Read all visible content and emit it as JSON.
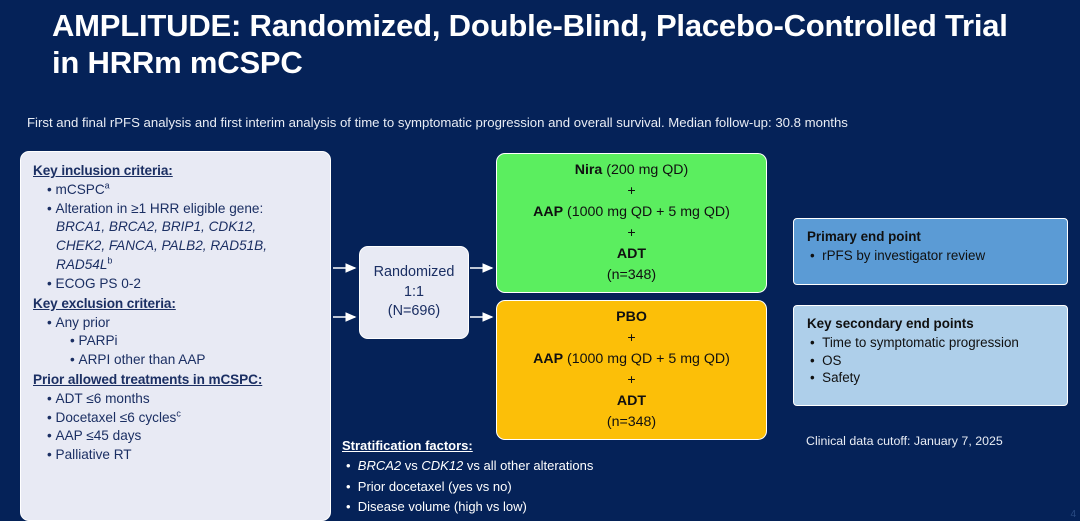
{
  "slide": {
    "title": "AMPLITUDE: Randomized, Double-Blind, Placebo-Controlled Trial in HRRm mCSPC",
    "subtitle": "First and final rPFS analysis and first interim analysis of time to symptomatic progression and overall survival. Median follow-up: 30.8 months",
    "page_number": "4",
    "background_color": "#052258"
  },
  "criteria_panel": {
    "inclusion_heading": "Key inclusion criteria:",
    "inclusion_items": [
      "mCSPC",
      "Alteration in ≥1 HRR eligible gene:",
      "ECOG PS 0-2"
    ],
    "inclusion_item1_superscript": "a",
    "gene_line_1": "BRCA1, BRCA2, BRIP1, CDK12,",
    "gene_line_2": "CHEK2, FANCA, PALB2, RAD51B,",
    "gene_line_3": "RAD54L",
    "gene_line_3_superscript": "b",
    "exclusion_heading": "Key exclusion criteria:",
    "exclusion_items": [
      "Any prior"
    ],
    "exclusion_subitems": [
      "PARPi",
      "ARPI other than AAP"
    ],
    "prior_heading": "Prior allowed treatments in mCSPC:",
    "prior_items": [
      "ADT ≤6 months",
      "Docetaxel ≤6 cycles",
      "AAP ≤45 days",
      "Palliative RT"
    ],
    "prior_item2_superscript": "c"
  },
  "randomization": {
    "line1": "Randomized",
    "line2": "1:1",
    "line3": "(N=696)"
  },
  "arms": {
    "experimental": {
      "drug1_name": "Nira",
      "drug1_dose": " (200 mg QD)",
      "plus1": "+",
      "drug2_name": "AAP",
      "drug2_dose": " (1000 mg QD + 5 mg QD)",
      "plus2": "+",
      "drug3_name": "ADT",
      "enrollment": "(n=348)",
      "color": "#5bee5f"
    },
    "control": {
      "drug1_name": "PBO",
      "drug1_dose": "",
      "plus1": "+",
      "drug2_name": "AAP",
      "drug2_dose": " (1000 mg QD + 5 mg QD)",
      "plus2": "+",
      "drug3_name": "ADT",
      "enrollment": "(n=348)",
      "color": "#fcbf08"
    }
  },
  "endpoints": {
    "primary": {
      "title": "Primary end point",
      "items": [
        "rPFS by investigator review"
      ],
      "color": "#5b9bd5"
    },
    "secondary": {
      "title": "Key secondary end points",
      "items": [
        "Time to symptomatic progression",
        "OS",
        "Safety"
      ],
      "color": "#aecfea"
    }
  },
  "stratification": {
    "title": "Stratification factors:",
    "item1_pre": "",
    "item1_gene1": "BRCA2",
    "item1_mid": " vs ",
    "item1_gene2": "CDK12",
    "item1_post": " vs all other alterations",
    "item2": "Prior docetaxel (yes vs no)",
    "item3": "Disease volume (high vs low)"
  },
  "footer": {
    "data_cutoff": "Clinical data cutoff: January 7, 2025"
  }
}
